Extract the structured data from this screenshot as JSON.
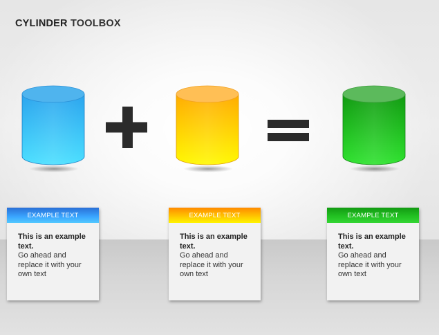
{
  "title": {
    "part1": "CYLINDER",
    "part2": "TOOLBOX"
  },
  "cylinders": [
    {
      "name": "blue",
      "top_color": "#4fb4ee",
      "body_top": "#2aa4ee",
      "body_bottom": "#4adfff"
    },
    {
      "name": "yellow",
      "top_color": "#ffbf55",
      "body_top": "#ffab00",
      "body_bottom": "#fff800"
    },
    {
      "name": "green",
      "top_color": "#5cba5c",
      "body_top": "#0f9a0f",
      "body_bottom": "#2ee22e"
    }
  ],
  "operators": {
    "plus_icon": "plus-icon",
    "equals_icon": "equals-icon",
    "color": "#2b2b2b"
  },
  "cards": [
    {
      "header": "EXAMPLE TEXT",
      "bold": "This is an example text.",
      "body": "Go ahead and replace it with your own text",
      "accent": "#3aa6ff"
    },
    {
      "header": "EXAMPLE TEXT",
      "bold": "This is an example text.",
      "body": "Go ahead and replace it with your own text",
      "accent": "#ffc400"
    },
    {
      "header": "EXAMPLE TEXT",
      "bold": "This is an example text.",
      "body": "Go ahead and replace it with your own text",
      "accent": "#22c022"
    }
  ]
}
